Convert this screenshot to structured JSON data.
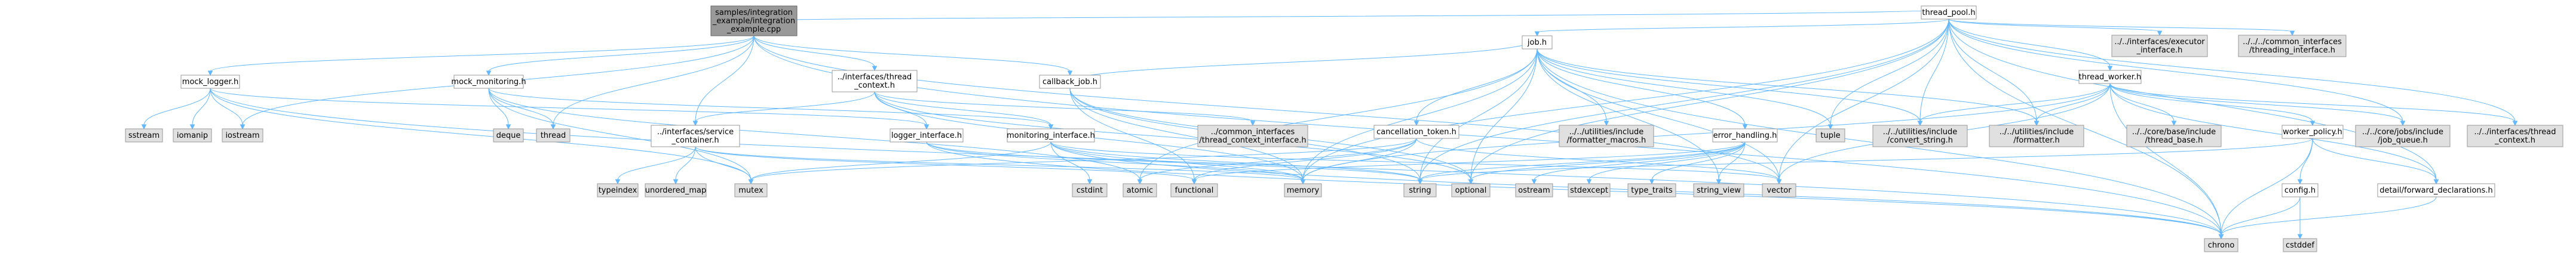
{
  "colors": {
    "edge": "#63b8ff",
    "root_fill": "#999999",
    "node_fill": "#ffffff",
    "external_fill": "#e0e0e0",
    "border": "#999999"
  },
  "nodes": [
    {
      "id": "root",
      "kind": "root",
      "lines": [
        "samples/integration",
        "_example/integration",
        "_example.cpp"
      ]
    },
    {
      "id": "mock_logger",
      "kind": "file",
      "lines": [
        "mock_logger.h"
      ]
    },
    {
      "id": "mock_monitoring",
      "kind": "file",
      "lines": [
        "mock_monitoring.h"
      ]
    },
    {
      "id": "thread_context",
      "kind": "file",
      "lines": [
        "../interfaces/thread",
        "_context.h"
      ]
    },
    {
      "id": "callback_job",
      "kind": "file",
      "lines": [
        "callback_job.h"
      ]
    },
    {
      "id": "thread_pool",
      "kind": "file",
      "lines": [
        "thread_pool.h"
      ]
    },
    {
      "id": "service_container",
      "kind": "file",
      "lines": [
        "../interfaces/service",
        "_container.h"
      ]
    },
    {
      "id": "logger_interface",
      "kind": "file",
      "lines": [
        "logger_interface.h"
      ]
    },
    {
      "id": "monitoring_interface",
      "kind": "file",
      "lines": [
        "monitoring_interface.h"
      ]
    },
    {
      "id": "common_thread_context",
      "kind": "external",
      "lines": [
        "../common_interfaces",
        "/thread_context_interface.h"
      ]
    },
    {
      "id": "job",
      "kind": "file",
      "lines": [
        "job.h"
      ]
    },
    {
      "id": "cancellation_token",
      "kind": "file",
      "lines": [
        "cancellation_token.h"
      ]
    },
    {
      "id": "formatter_macros",
      "kind": "external",
      "lines": [
        "../../utilities/include",
        "/formatter_macros.h"
      ]
    },
    {
      "id": "error_handling",
      "kind": "file",
      "lines": [
        "error_handling.h"
      ]
    },
    {
      "id": "executor_interface",
      "kind": "external",
      "lines": [
        "../../interfaces/executor",
        "_interface.h"
      ]
    },
    {
      "id": "threading_interface",
      "kind": "external",
      "lines": [
        "../../../common_interfaces",
        "/threading_interface.h"
      ]
    },
    {
      "id": "thread_worker",
      "kind": "file",
      "lines": [
        "thread_worker.h"
      ]
    },
    {
      "id": "convert_string",
      "kind": "external",
      "lines": [
        "../../utilities/include",
        "/convert_string.h"
      ]
    },
    {
      "id": "formatter",
      "kind": "external",
      "lines": [
        "../../utilities/include",
        "/formatter.h"
      ]
    },
    {
      "id": "thread_base",
      "kind": "external",
      "lines": [
        "../../core/base/include",
        "/thread_base.h"
      ]
    },
    {
      "id": "worker_policy",
      "kind": "file",
      "lines": [
        "worker_policy.h"
      ]
    },
    {
      "id": "job_queue",
      "kind": "external",
      "lines": [
        "../../core/jobs/include",
        "/job_queue.h"
      ]
    },
    {
      "id": "interfaces_thread_context",
      "kind": "external",
      "lines": [
        "../../interfaces/thread",
        "_context.h"
      ]
    },
    {
      "id": "config",
      "kind": "file",
      "lines": [
        "config.h"
      ]
    },
    {
      "id": "forward_declarations",
      "kind": "file",
      "lines": [
        "detail/forward_declarations.h"
      ]
    },
    {
      "id": "sstream",
      "kind": "external",
      "lines": [
        "sstream"
      ]
    },
    {
      "id": "iomanip",
      "kind": "external",
      "lines": [
        "iomanip"
      ]
    },
    {
      "id": "iostream",
      "kind": "external",
      "lines": [
        "iostream"
      ]
    },
    {
      "id": "deque",
      "kind": "external",
      "lines": [
        "deque"
      ]
    },
    {
      "id": "thread",
      "kind": "external",
      "lines": [
        "thread"
      ]
    },
    {
      "id": "typeindex",
      "kind": "external",
      "lines": [
        "typeindex"
      ]
    },
    {
      "id": "unordered_map",
      "kind": "external",
      "lines": [
        "unordered_map"
      ]
    },
    {
      "id": "mutex",
      "kind": "external",
      "lines": [
        "mutex"
      ]
    },
    {
      "id": "cstdint",
      "kind": "external",
      "lines": [
        "cstdint"
      ]
    },
    {
      "id": "atomic",
      "kind": "external",
      "lines": [
        "atomic"
      ]
    },
    {
      "id": "functional",
      "kind": "external",
      "lines": [
        "functional"
      ]
    },
    {
      "id": "memory",
      "kind": "external",
      "lines": [
        "memory"
      ]
    },
    {
      "id": "string",
      "kind": "external",
      "lines": [
        "string"
      ]
    },
    {
      "id": "optional",
      "kind": "external",
      "lines": [
        "optional"
      ]
    },
    {
      "id": "ostream",
      "kind": "external",
      "lines": [
        "ostream"
      ]
    },
    {
      "id": "stdexcept",
      "kind": "external",
      "lines": [
        "stdexcept"
      ]
    },
    {
      "id": "type_traits",
      "kind": "external",
      "lines": [
        "type_traits"
      ]
    },
    {
      "id": "string_view",
      "kind": "external",
      "lines": [
        "string_view"
      ]
    },
    {
      "id": "vector",
      "kind": "external",
      "lines": [
        "vector"
      ]
    },
    {
      "id": "tuple",
      "kind": "external",
      "lines": [
        "tuple"
      ]
    },
    {
      "id": "chrono",
      "kind": "external",
      "lines": [
        "chrono"
      ]
    },
    {
      "id": "cstddef",
      "kind": "external",
      "lines": [
        "cstddef"
      ]
    }
  ],
  "edges": [
    [
      "root",
      "mock_logger"
    ],
    [
      "root",
      "mock_monitoring"
    ],
    [
      "root",
      "thread_context"
    ],
    [
      "root",
      "callback_job"
    ],
    [
      "root",
      "thread_pool"
    ],
    [
      "root",
      "service_container"
    ],
    [
      "root",
      "iostream"
    ],
    [
      "root",
      "thread"
    ],
    [
      "root",
      "chrono"
    ],
    [
      "root",
      "vector"
    ],
    [
      "mock_logger",
      "logger_interface"
    ],
    [
      "mock_logger",
      "sstream"
    ],
    [
      "mock_logger",
      "iomanip"
    ],
    [
      "mock_logger",
      "iostream"
    ],
    [
      "mock_logger",
      "mutex"
    ],
    [
      "mock_logger",
      "chrono"
    ],
    [
      "mock_monitoring",
      "monitoring_interface"
    ],
    [
      "mock_monitoring",
      "deque"
    ],
    [
      "mock_monitoring",
      "thread"
    ],
    [
      "mock_monitoring",
      "mutex"
    ],
    [
      "mock_monitoring",
      "atomic"
    ],
    [
      "thread_context",
      "service_container"
    ],
    [
      "thread_context",
      "logger_interface"
    ],
    [
      "thread_context",
      "monitoring_interface"
    ],
    [
      "thread_context",
      "common_thread_context"
    ],
    [
      "thread_context",
      "memory"
    ],
    [
      "thread_context",
      "optional"
    ],
    [
      "service_container",
      "typeindex"
    ],
    [
      "service_container",
      "unordered_map"
    ],
    [
      "service_container",
      "mutex"
    ],
    [
      "service_container",
      "memory"
    ],
    [
      "service_container",
      "functional"
    ],
    [
      "logger_interface",
      "string"
    ],
    [
      "logger_interface",
      "memory"
    ],
    [
      "logger_interface",
      "chrono"
    ],
    [
      "monitoring_interface",
      "cstdint"
    ],
    [
      "monitoring_interface",
      "chrono"
    ],
    [
      "monitoring_interface",
      "string"
    ],
    [
      "monitoring_interface",
      "vector"
    ],
    [
      "monitoring_interface",
      "memory"
    ],
    [
      "monitoring_interface",
      "mutex"
    ],
    [
      "callback_job",
      "job"
    ],
    [
      "callback_job",
      "functional"
    ],
    [
      "callback_job",
      "memory"
    ],
    [
      "callback_job",
      "string"
    ],
    [
      "callback_job",
      "optional"
    ],
    [
      "job",
      "cancellation_token"
    ],
    [
      "job",
      "formatter_macros"
    ],
    [
      "job",
      "error_handling"
    ],
    [
      "job",
      "convert_string"
    ],
    [
      "job",
      "formatter"
    ],
    [
      "job",
      "memory"
    ],
    [
      "job",
      "string"
    ],
    [
      "job",
      "vector"
    ],
    [
      "job",
      "tuple"
    ],
    [
      "job",
      "chrono"
    ],
    [
      "job",
      "optional"
    ],
    [
      "job",
      "atomic"
    ],
    [
      "job",
      "string_view"
    ],
    [
      "cancellation_token",
      "memory"
    ],
    [
      "cancellation_token",
      "mutex"
    ],
    [
      "cancellation_token",
      "vector"
    ],
    [
      "cancellation_token",
      "functional"
    ],
    [
      "cancellation_token",
      "atomic"
    ],
    [
      "error_handling",
      "string"
    ],
    [
      "error_handling",
      "optional"
    ],
    [
      "error_handling",
      "ostream"
    ],
    [
      "error_handling",
      "stdexcept"
    ],
    [
      "error_handling",
      "type_traits"
    ],
    [
      "error_handling",
      "string_view"
    ],
    [
      "error_handling",
      "functional"
    ],
    [
      "thread_pool",
      "thread_worker"
    ],
    [
      "thread_pool",
      "job"
    ],
    [
      "thread_pool",
      "executor_interface"
    ],
    [
      "thread_pool",
      "threading_interface"
    ],
    [
      "thread_pool",
      "convert_string"
    ],
    [
      "thread_pool",
      "formatter"
    ],
    [
      "thread_pool",
      "job_queue"
    ],
    [
      "thread_pool",
      "interfaces_thread_context"
    ],
    [
      "thread_pool",
      "forward_declarations"
    ],
    [
      "thread_pool",
      "tuple"
    ],
    [
      "thread_pool",
      "vector"
    ],
    [
      "thread_pool",
      "string"
    ],
    [
      "thread_pool",
      "memory"
    ],
    [
      "thread_pool",
      "optional"
    ],
    [
      "thread_pool",
      "chrono"
    ],
    [
      "thread_worker",
      "thread_base"
    ],
    [
      "thread_worker",
      "worker_policy"
    ],
    [
      "thread_worker",
      "job_queue"
    ],
    [
      "thread_worker",
      "interfaces_thread_context"
    ],
    [
      "thread_worker",
      "convert_string"
    ],
    [
      "thread_worker",
      "formatter"
    ],
    [
      "thread_worker",
      "forward_declarations"
    ],
    [
      "thread_worker",
      "memory"
    ],
    [
      "thread_worker",
      "vector"
    ],
    [
      "thread_worker",
      "chrono"
    ],
    [
      "worker_policy",
      "config"
    ],
    [
      "worker_policy",
      "forward_declarations"
    ],
    [
      "worker_policy",
      "chrono"
    ],
    [
      "worker_policy",
      "string"
    ],
    [
      "config",
      "chrono"
    ],
    [
      "config",
      "cstddef"
    ],
    [
      "forward_declarations",
      "chrono"
    ]
  ]
}
